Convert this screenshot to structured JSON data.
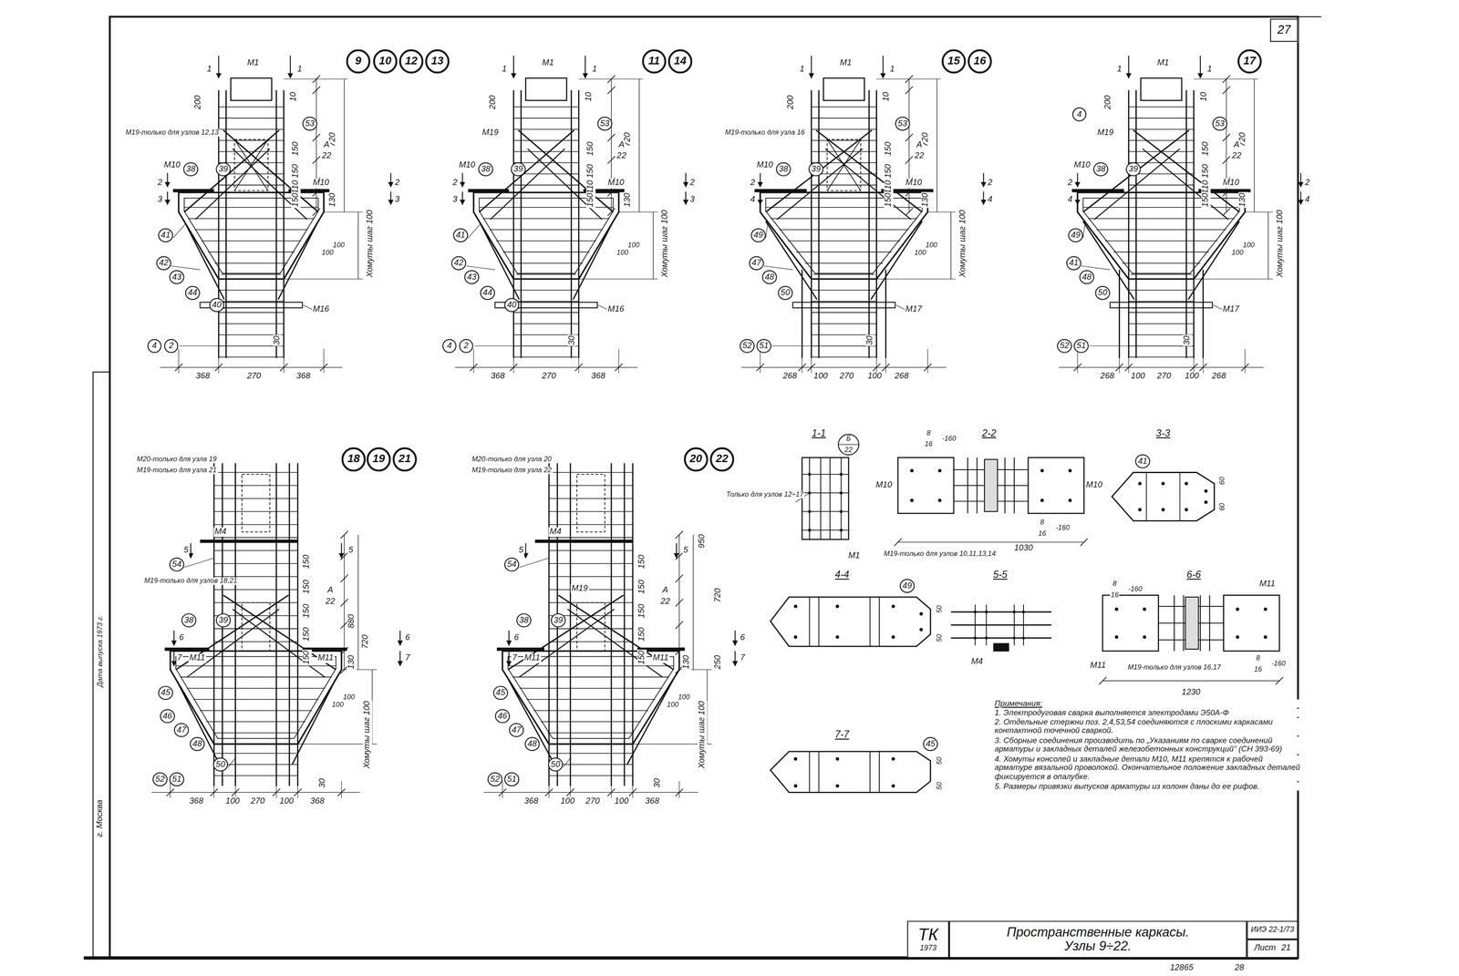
{
  "diagram": {
    "nodes": [
      {
        "text": [
          "27"
        ]
      },
      {
        "text": [
          "9"
        ]
      },
      {
        "text": [
          "10"
        ]
      },
      {
        "text": [
          "12"
        ]
      },
      {
        "text": [
          "13"
        ]
      },
      {
        "text": [
          "11"
        ]
      },
      {
        "text": [
          "14"
        ]
      },
      {
        "text": [
          "15"
        ]
      },
      {
        "text": [
          "16"
        ]
      },
      {
        "text": [
          "17"
        ]
      },
      {
        "text": [
          "18"
        ]
      },
      {
        "text": [
          "19"
        ]
      },
      {
        "text": [
          "21"
        ]
      },
      {
        "text": [
          "20"
        ]
      },
      {
        "text": [
          "22"
        ]
      },
      {
        "text": [
          "ТК",
          "1973"
        ]
      },
      {
        "text": [
          "Пространственные каркасы.",
          "Узлы 9÷22."
        ]
      },
      {
        "text": [
          "ИИЭ 22-1/73"
        ]
      },
      {
        "text": [
          "Лист",
          "21"
        ]
      }
    ],
    "labels": [
      "1",
      "1",
      "М1",
      "М19-только для узлов 12,13",
      "200",
      "10",
      "720",
      "53",
      "150",
      "А",
      "22",
      "150",
      "110",
      "2",
      "2",
      "3",
      "3",
      "150",
      "130",
      "М10",
      "38",
      "39",
      "М10",
      "41",
      "42",
      "43",
      "44",
      "40",
      "100",
      "100",
      "Хомуты шаг 100",
      "М16",
      "30",
      "4",
      "2",
      "368",
      "270",
      "368",
      "1",
      "1",
      "М1",
      "М19",
      "200",
      "10",
      "720",
      "53",
      "150",
      "А",
      "22",
      "150",
      "110",
      "2",
      "2",
      "3",
      "3",
      "150",
      "130",
      "М10",
      "38",
      "39",
      "М10",
      "41",
      "42",
      "43",
      "44",
      "40",
      "100",
      "100",
      "Хомуты шаг 100",
      "М16",
      "30",
      "4",
      "2",
      "368",
      "270",
      "368",
      "1",
      "1",
      "М1",
      "М19-только для узла 16",
      "200",
      "10",
      "720",
      "53",
      "150",
      "А",
      "22",
      "150",
      "110",
      "2",
      "2",
      "4",
      "4",
      "150",
      "130",
      "М10",
      "38",
      "39",
      "М10",
      "49",
      "47",
      "48",
      "50",
      "100",
      "100",
      "Хомуты шаг 100",
      "М17",
      "30",
      "52",
      "51",
      "268",
      "100",
      "270",
      "100",
      "268",
      "1",
      "1",
      "М1",
      "4",
      "М19",
      "200",
      "10",
      "720",
      "53",
      "150",
      "А",
      "22",
      "150",
      "110",
      "2",
      "2",
      "4",
      "4",
      "150",
      "130",
      "М10",
      "38",
      "39",
      "М10",
      "49",
      "41",
      "48",
      "50",
      "100",
      "100",
      "Хомуты шаг 100",
      "М17",
      "30",
      "52",
      "51",
      "268",
      "100",
      "270",
      "100",
      "268",
      "М20-только для узла 19",
      "М19-только для узла 21",
      "М4",
      "5",
      "5",
      "54",
      "150",
      "150",
      "М19-только для узлов 18,21",
      "880",
      "720",
      "150",
      "А",
      "22",
      "150",
      "М11",
      "38",
      "39",
      "М11",
      "6",
      "6",
      "7",
      "7",
      "150",
      "130",
      "45",
      "46",
      "47",
      "48",
      "50",
      "100",
      "100",
      "Хомуты шаг 100",
      "30",
      "52",
      "51",
      "368",
      "100",
      "270",
      "100",
      "368",
      "М20-только для узла 20",
      "М19-только для узла 22",
      "М4",
      "5",
      "5",
      "54",
      "150",
      "150",
      "М19",
      "950",
      "720",
      "250",
      "150",
      "А",
      "22",
      "150",
      "М11",
      "38",
      "39",
      "М11",
      "6",
      "6",
      "7",
      "7",
      "150",
      "130",
      "45",
      "46",
      "47",
      "48",
      "50",
      "100",
      "100",
      "Хомуты шаг 100",
      "30",
      "52",
      "51",
      "368",
      "100",
      "270",
      "100",
      "368",
      "1-1",
      "Б",
      "22",
      "Только для узлов 12÷17",
      "М1",
      "2-2",
      "8",
      "16",
      "-160",
      "М10",
      "М10",
      "8",
      "16",
      "-160",
      "М19-только для узлов 10,11,13,14",
      "1030",
      "3-3",
      "41",
      "60",
      "60",
      "4-4",
      "49",
      "50",
      "50",
      "5-5",
      "М4",
      "6-6",
      "8",
      "16",
      "-160",
      "М11",
      "М11",
      "М19-только для узлов 16,17",
      "8",
      "16",
      "-160",
      "1230",
      "7-7",
      "45",
      "50",
      "50",
      "Примечания:",
      "1. Электродуговая сварка выполняется электродами Э50А-Ф",
      "2. Отдельные стержни поз. 2,4,53,54 соединяются с плоскими каркасами контактной точечной сваркой.",
      "3. Сборные соединения производить по „Указаниям по сварке соединений арматуры и закладных деталей железобетонных конструкций\" (СН 393-69)",
      "4. Хомуты консолей и закладные детали М10, М11 крепятся к рабочей арматуре вязальной проволокой. Окончательное положение закладных деталей фиксируется в опалубке.",
      "5. Размеры привязки выпусков арматуры из колонн даны до ее рифов.",
      "12865",
      "28",
      "г. Москва",
      "Дата выпуска 1973 г."
    ]
  }
}
